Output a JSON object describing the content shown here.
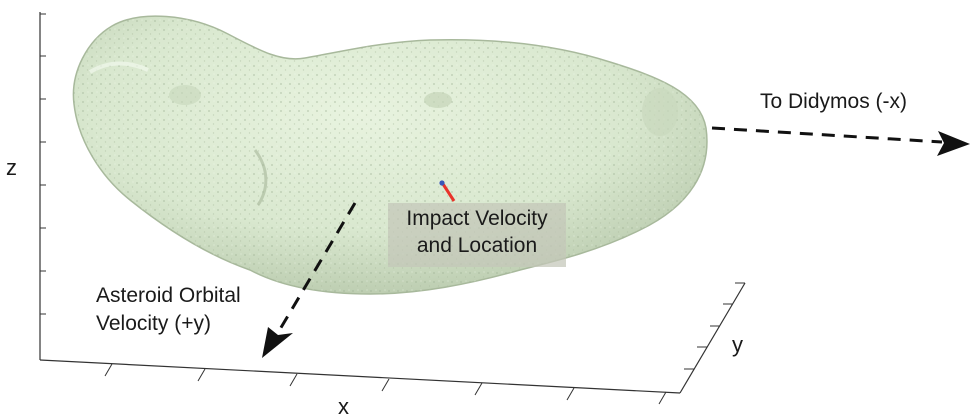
{
  "axes": {
    "x_label": "x",
    "y_label": "y",
    "z_label": "z"
  },
  "annotations": {
    "to_didymos": "To Didymos (-x)",
    "orbital_line1": "Asteroid Orbital",
    "orbital_line2": "Velocity (+y)",
    "impact_line1": "Impact Velocity",
    "impact_line2": "and Location"
  },
  "colors": {
    "asteroid": "#dfeed5",
    "asteroid_shade": "#b9c9ad",
    "arrow": "#111111",
    "impact_vector": "#e8332a",
    "impact_point": "#3a57b8"
  }
}
